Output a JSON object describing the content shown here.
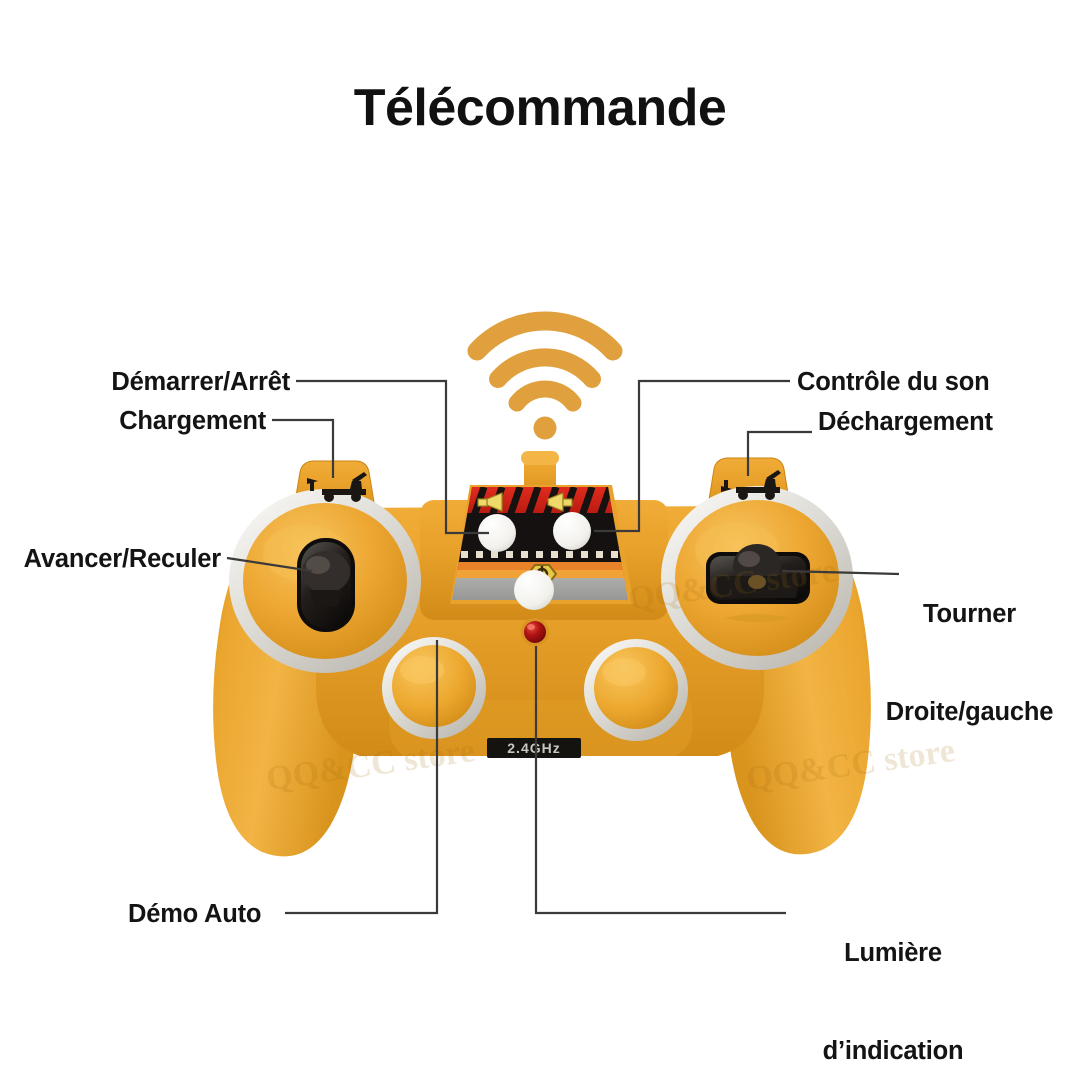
{
  "page": {
    "title": "Télécommande",
    "background_color": "#ffffff",
    "text_color": "#141414"
  },
  "device": {
    "name": "remote-control",
    "body_color": "#E9A22B",
    "body_color_light": "#F5BE55",
    "body_color_dark": "#C07D14",
    "ring_color": "#E3E1DC",
    "accent_red": "#E1281E",
    "led_color": "#B01818",
    "panel_grey": "#9A9B9A",
    "frequency_label": "2.4GHz",
    "wifi_icon_color": "#E0A03E",
    "watermark": "QQ&CC store"
  },
  "icons": {
    "wifi": "wifi-signal-icon",
    "shoulder_left": "excavator-loader-icon",
    "shoulder_right": "excavator-loader-icon",
    "horn_left": "horn-icon",
    "horn_right": "horn-icon",
    "badge": "hazard-badge-icon"
  },
  "callouts": [
    {
      "id": "start-stop",
      "label": "Démarrer/Arrêt",
      "side": "left",
      "target": "center-panel-button-left"
    },
    {
      "id": "loading",
      "label": "Chargement",
      "side": "left",
      "target": "shoulder-button-left"
    },
    {
      "id": "forward-backward",
      "label": "Avancer/Reculer",
      "side": "left",
      "target": "joystick-left"
    },
    {
      "id": "demo-auto",
      "label": "Démo Auto",
      "side": "left",
      "target": "trigger-button-left"
    },
    {
      "id": "sound-control",
      "label": "Contrôle du son",
      "side": "right",
      "target": "center-panel-button-right"
    },
    {
      "id": "unloading",
      "label": "Déchargement",
      "side": "right",
      "target": "shoulder-button-right"
    },
    {
      "id": "turn-left-right",
      "label": "Tourner\nDroite/gauche",
      "line1": "Tourner",
      "line2": "Droite/gauche",
      "side": "right",
      "target": "joystick-right"
    },
    {
      "id": "indicator-light",
      "label": "Lumière\nd’indication",
      "line1": "Lumière",
      "line2": "d’indication",
      "side": "right",
      "target": "led-indicator"
    }
  ]
}
